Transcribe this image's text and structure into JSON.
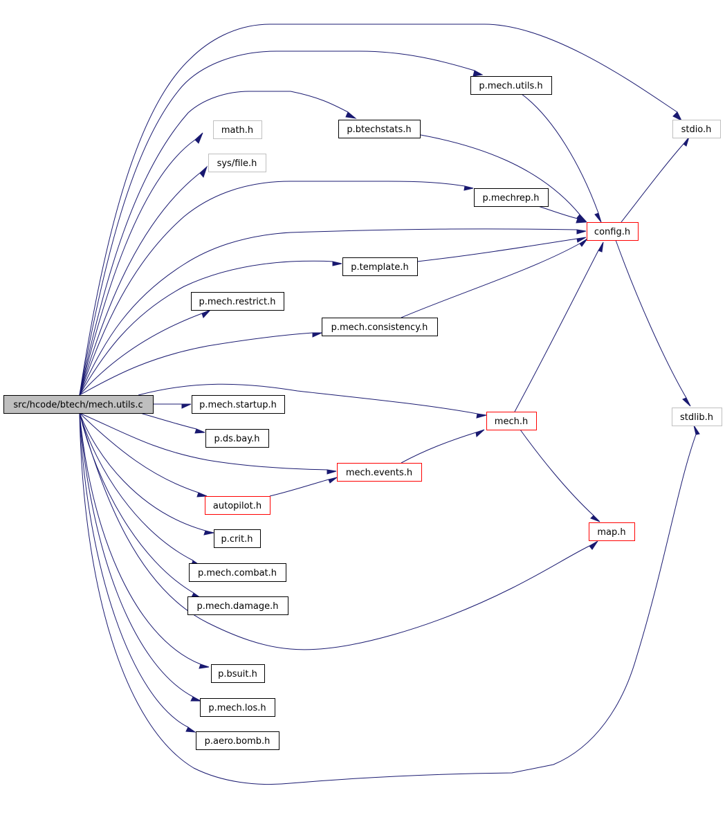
{
  "diagram": {
    "colors": {
      "edge": "#191970",
      "root_fill": "#bfbfbf",
      "border_default": "#000000",
      "border_red": "#ff0000",
      "border_gray": "#bfbfbf"
    },
    "nodes": [
      {
        "id": "root",
        "label": "src/hcode/btech/mech.utils.c",
        "style": "root"
      },
      {
        "id": "stdio",
        "label": "stdio.h",
        "style": "gray"
      },
      {
        "id": "putils",
        "label": "p.mech.utils.h",
        "style": "default"
      },
      {
        "id": "pbtech",
        "label": "p.btechstats.h",
        "style": "default"
      },
      {
        "id": "math",
        "label": "math.h",
        "style": "gray"
      },
      {
        "id": "sysfile",
        "label": "sys/file.h",
        "style": "gray"
      },
      {
        "id": "pmechrep",
        "label": "p.mechrep.h",
        "style": "default"
      },
      {
        "id": "config",
        "label": "config.h",
        "style": "red"
      },
      {
        "id": "ptemplate",
        "label": "p.template.h",
        "style": "default"
      },
      {
        "id": "prestrict",
        "label": "p.mech.restrict.h",
        "style": "default"
      },
      {
        "id": "pconsist",
        "label": "p.mech.consistency.h",
        "style": "default"
      },
      {
        "id": "pstartup",
        "label": "p.mech.startup.h",
        "style": "default"
      },
      {
        "id": "mech",
        "label": "mech.h",
        "style": "red"
      },
      {
        "id": "stdlib",
        "label": "stdlib.h",
        "style": "gray"
      },
      {
        "id": "pdsbay",
        "label": "p.ds.bay.h",
        "style": "default"
      },
      {
        "id": "mevents",
        "label": "mech.events.h",
        "style": "red"
      },
      {
        "id": "autopilot",
        "label": "autopilot.h",
        "style": "red"
      },
      {
        "id": "map",
        "label": "map.h",
        "style": "red"
      },
      {
        "id": "pcrit",
        "label": "p.crit.h",
        "style": "default"
      },
      {
        "id": "pcombat",
        "label": "p.mech.combat.h",
        "style": "default"
      },
      {
        "id": "pdamage",
        "label": "p.mech.damage.h",
        "style": "default"
      },
      {
        "id": "pbsuit",
        "label": "p.bsuit.h",
        "style": "default"
      },
      {
        "id": "plos",
        "label": "p.mech.los.h",
        "style": "default"
      },
      {
        "id": "paero",
        "label": "p.aero.bomb.h",
        "style": "default"
      }
    ],
    "edges": [
      {
        "from": "root",
        "to": "stdio"
      },
      {
        "from": "root",
        "to": "putils"
      },
      {
        "from": "root",
        "to": "pbtech"
      },
      {
        "from": "root",
        "to": "math"
      },
      {
        "from": "root",
        "to": "sysfile"
      },
      {
        "from": "root",
        "to": "pmechrep"
      },
      {
        "from": "root",
        "to": "config"
      },
      {
        "from": "root",
        "to": "ptemplate"
      },
      {
        "from": "root",
        "to": "prestrict"
      },
      {
        "from": "root",
        "to": "pconsist"
      },
      {
        "from": "root",
        "to": "pstartup"
      },
      {
        "from": "root",
        "to": "mech"
      },
      {
        "from": "root",
        "to": "pdsbay"
      },
      {
        "from": "root",
        "to": "mevents"
      },
      {
        "from": "root",
        "to": "autopilot"
      },
      {
        "from": "root",
        "to": "pcrit"
      },
      {
        "from": "root",
        "to": "pcombat"
      },
      {
        "from": "root",
        "to": "pdamage"
      },
      {
        "from": "root",
        "to": "map"
      },
      {
        "from": "root",
        "to": "pbsuit"
      },
      {
        "from": "root",
        "to": "plos"
      },
      {
        "from": "root",
        "to": "paero"
      },
      {
        "from": "root",
        "to": "stdlib"
      },
      {
        "from": "putils",
        "to": "config"
      },
      {
        "from": "pbtech",
        "to": "config"
      },
      {
        "from": "pmechrep",
        "to": "config"
      },
      {
        "from": "ptemplate",
        "to": "config"
      },
      {
        "from": "pconsist",
        "to": "config"
      },
      {
        "from": "mech",
        "to": "config"
      },
      {
        "from": "config",
        "to": "stdio"
      },
      {
        "from": "config",
        "to": "stdlib"
      },
      {
        "from": "mech",
        "to": "map"
      },
      {
        "from": "mevents",
        "to": "mech"
      },
      {
        "from": "autopilot",
        "to": "mevents"
      }
    ]
  }
}
